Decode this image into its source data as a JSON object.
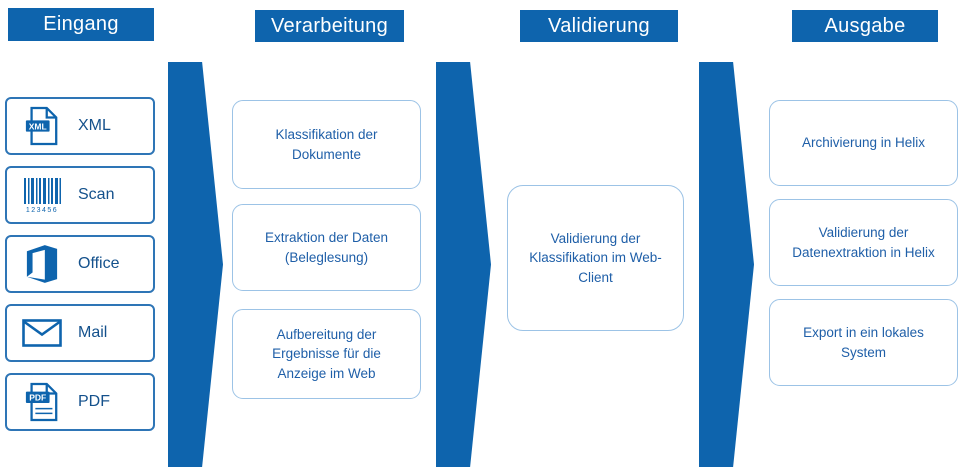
{
  "colors": {
    "primary": "#0e64ad",
    "box_border": "#9cc3e6",
    "box_text": "#1f5fa8"
  },
  "stages": [
    {
      "label": "Eingang",
      "items": [
        {
          "icon": "xml-file-icon",
          "label": "XML"
        },
        {
          "icon": "barcode-icon",
          "label": "Scan",
          "caption": "123456"
        },
        {
          "icon": "office-icon",
          "label": "Office"
        },
        {
          "icon": "mail-icon",
          "label": "Mail"
        },
        {
          "icon": "pdf-file-icon",
          "label": "PDF"
        }
      ]
    },
    {
      "label": "Verarbeitung",
      "items": [
        {
          "label": "Klassifikation der Dokumente"
        },
        {
          "label": "Extraktion der Daten (Beleglesung)"
        },
        {
          "label": "Aufbereitung der Ergebnisse für die Anzeige im Web"
        }
      ]
    },
    {
      "label": "Validierung",
      "items": [
        {
          "label": "Validierung der Klassifikation im Web-Client"
        }
      ]
    },
    {
      "label": "Ausgabe",
      "items": [
        {
          "label": "Archivierung in Helix"
        },
        {
          "label": "Validierung der Datenextraktion in Helix"
        },
        {
          "label": "Export in ein lokales System"
        }
      ]
    }
  ]
}
